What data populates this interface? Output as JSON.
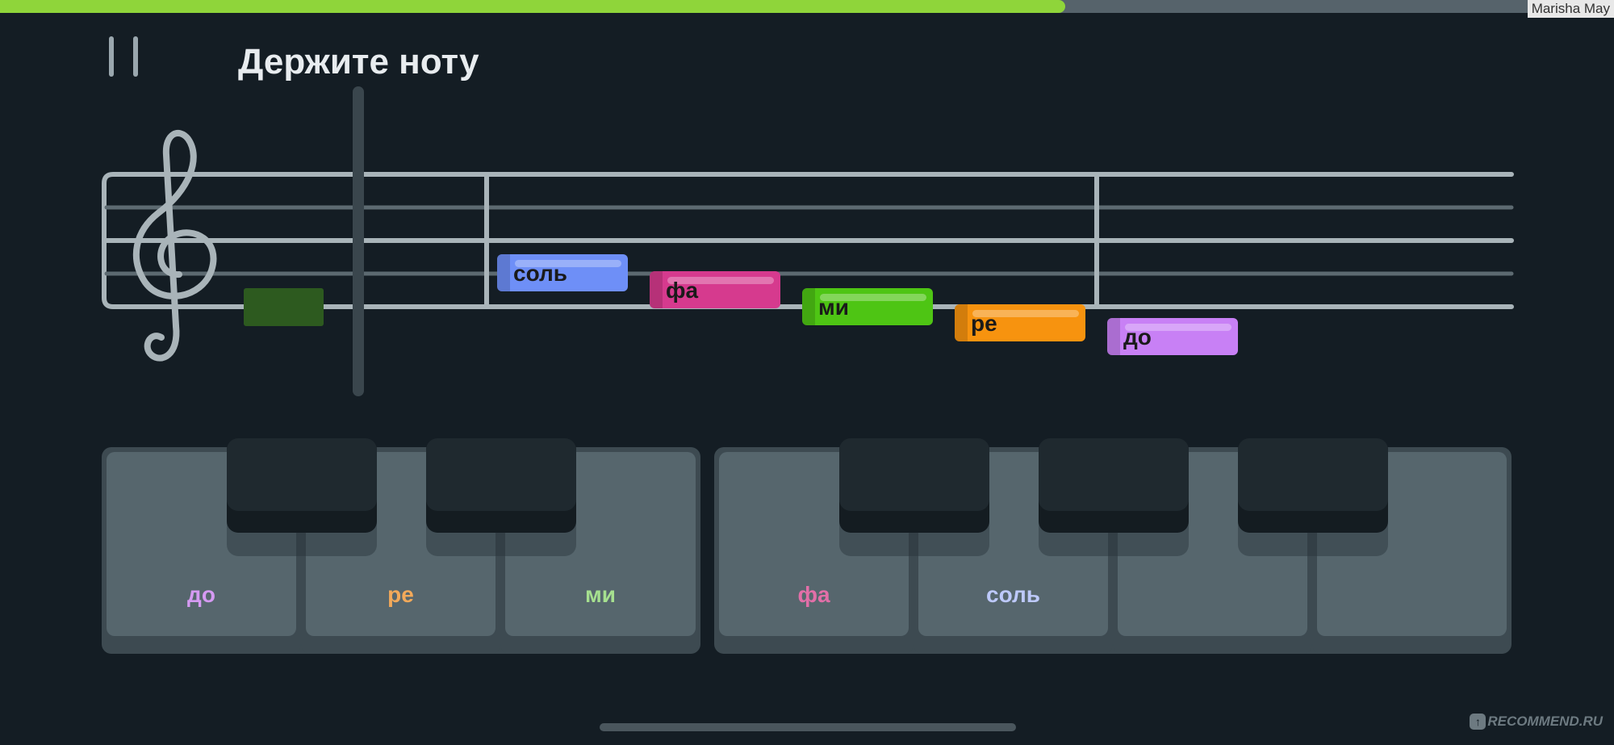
{
  "progress": {
    "fraction": 0.66,
    "fill_color": "#8fd53a"
  },
  "user": {
    "name": "Marisha May"
  },
  "header": {
    "pause_icon": "pause-icon",
    "title": "Держите ноту"
  },
  "staff": {
    "clef_icon": "treble-clef-icon",
    "target_marker_color": "#2d5a1f"
  },
  "notes": [
    {
      "label": "соль",
      "color": "#6e8ff7"
    },
    {
      "label": "фа",
      "color": "#d63a8e"
    },
    {
      "label": "ми",
      "color": "#4ec514"
    },
    {
      "label": "ре",
      "color": "#f7930f"
    },
    {
      "label": "до",
      "color": "#c880f5"
    }
  ],
  "keyboard": {
    "white_keys": [
      {
        "label": "до",
        "color": "#d59af2"
      },
      {
        "label": "ре",
        "color": "#f2a95a"
      },
      {
        "label": "ми",
        "color": "#a6e08f"
      },
      {
        "label": "",
        "color": "#000000"
      },
      {
        "label": "фа",
        "color": "#e26fa8"
      },
      {
        "label": "соль",
        "color": "#bdc9fb"
      },
      {
        "label": "",
        "color": "#000000"
      },
      {
        "label": "",
        "color": "#000000"
      }
    ]
  },
  "watermark": {
    "text": "RECOMMEND.RU"
  }
}
